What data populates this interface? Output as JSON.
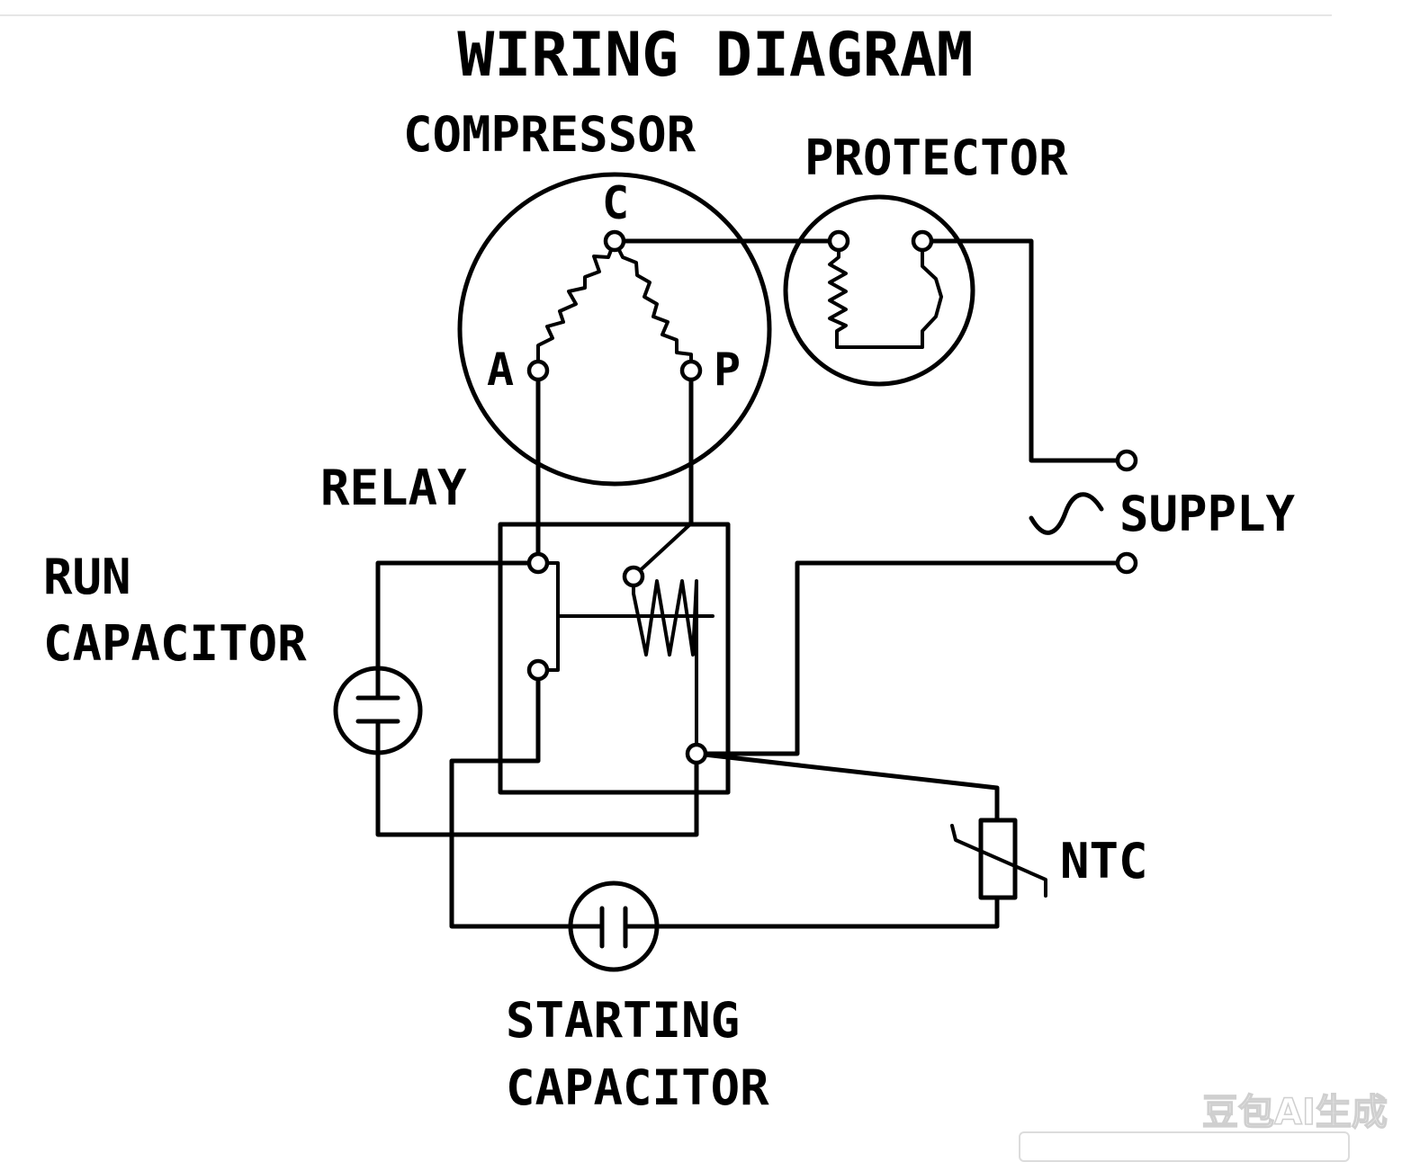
{
  "title": "WIRING DIAGRAM",
  "labels": {
    "compressor": "COMPRESSOR",
    "protector": "PROTECTOR",
    "relay": "RELAY",
    "run_capacitor_line1": "RUN",
    "run_capacitor_line2": "CAPACITOR",
    "supply": "SUPPLY",
    "ntc": "NTC",
    "starting_capacitor_line1": "STARTING",
    "starting_capacitor_line2": "CAPACITOR"
  },
  "terminals": {
    "common": "C",
    "auxiliary": "A",
    "main": "P"
  },
  "watermark": "豆包AI生成",
  "colors": {
    "ink": "#000000",
    "background": "#ffffff"
  },
  "icons": {
    "supply_symbol": "ac-sine-icon"
  }
}
